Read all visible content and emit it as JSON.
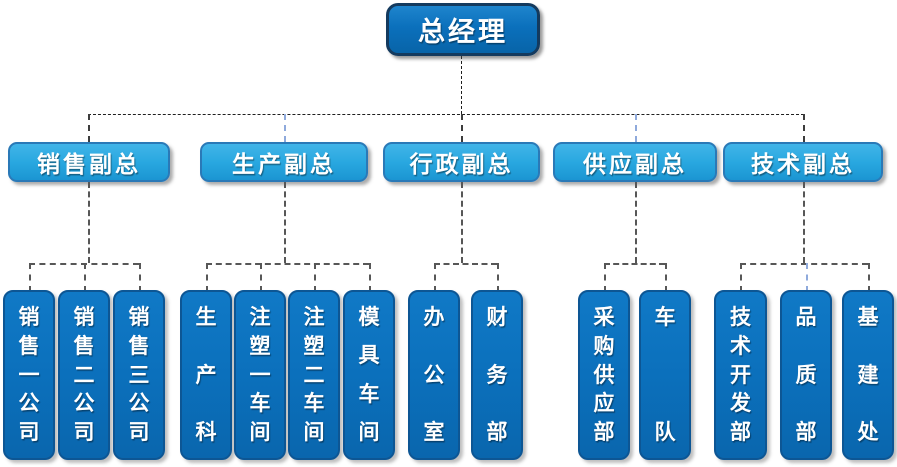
{
  "diagram": {
    "type": "organization-chart",
    "root": {
      "label": "总经理"
    },
    "groups": [
      {
        "vp": "销售副总",
        "departments": [
          "销售一公司",
          "销售二公司",
          "销售三公司"
        ]
      },
      {
        "vp": "生产副总",
        "departments": [
          "生产科",
          "注塑一车间",
          "注塑二车间",
          "模具车间"
        ]
      },
      {
        "vp": "行政副总",
        "departments": [
          "办公室",
          "财务部"
        ]
      },
      {
        "vp": "供应副总",
        "departments": [
          "采购供应部",
          "车队"
        ]
      },
      {
        "vp": "技术副总",
        "departments": [
          "技术开发部",
          "品质部",
          "基建处"
        ]
      }
    ]
  },
  "colors": {
    "root_box_fill": "#0b70bc",
    "root_box_border": "#143a5e",
    "vp_box_fill": "#29a8e0",
    "vp_box_border": "#2a79b7",
    "dept_box_fill": "#0b70bc",
    "dept_box_border": "#0d5694",
    "connector_dark": "#1f1f1f",
    "connector_gray": "#575757",
    "connector_light_blue": "#8faadc",
    "text_color": "#ffffff"
  }
}
